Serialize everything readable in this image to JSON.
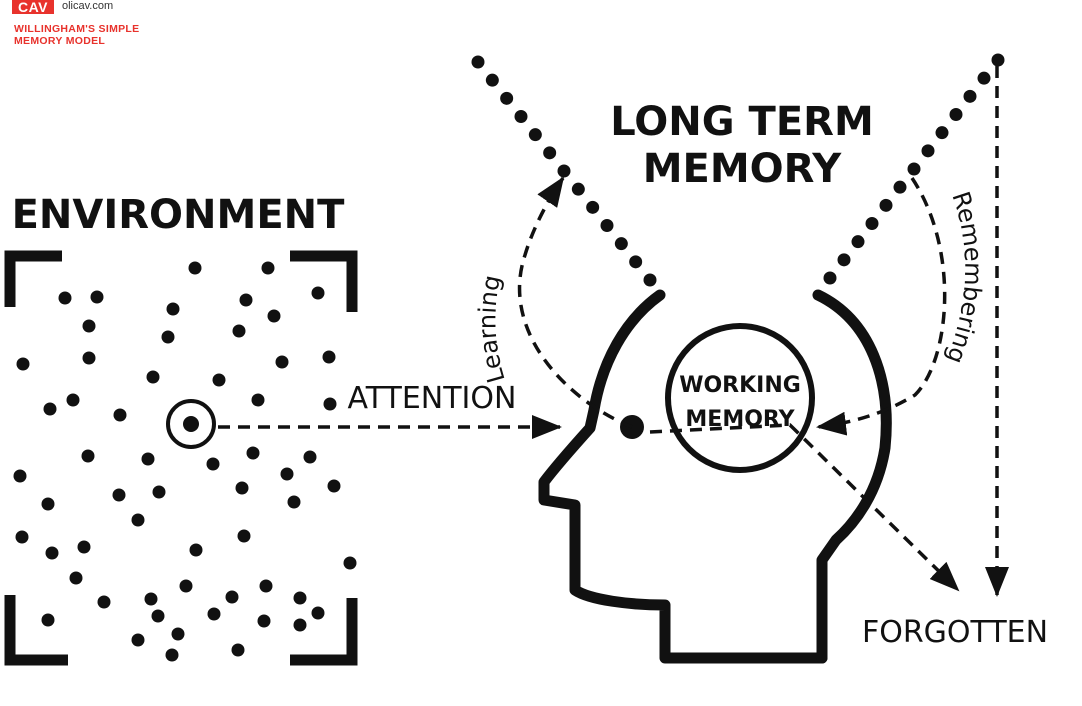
{
  "branding": {
    "logo": "CAV",
    "site": "olicav.com",
    "subtitle_lines": [
      "WILLINGHAM'S SIMPLE",
      "MEMORY MODEL"
    ]
  },
  "labels": {
    "environment": "ENVIRONMENT",
    "long_term_memory": [
      "LONG TERM",
      "MEMORY"
    ],
    "attention": "ATTENTION",
    "working_memory": [
      "WORKING",
      "MEMORY"
    ],
    "learning": "Learning",
    "remembering": "Remembering",
    "forgotten": "FORGOTTEN"
  },
  "colors": {
    "ink": "#111111",
    "brand_red": "#e8322c",
    "background": "#ffffff"
  }
}
